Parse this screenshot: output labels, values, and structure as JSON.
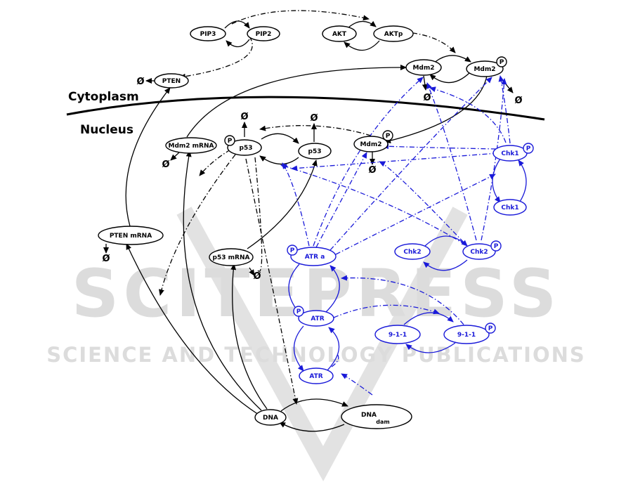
{
  "regions": {
    "cytoplasm": "Cytoplasm",
    "nucleus": "Nucleus"
  },
  "nodes": {
    "pip3": "PIP3",
    "pip2": "PIP2",
    "akt": "AKT",
    "aktp": "AKTp",
    "pten": "PTEN",
    "mdm2_cyto": "Mdm2",
    "mdm2_cyto_p": "Mdm2",
    "mdm2_mrna": "Mdm2 mRNA",
    "p53_p": "p53",
    "p53": "p53",
    "mdm2_nuc_p": "Mdm2",
    "chk1_p": "Chk1",
    "chk1": "Chk1",
    "pten_mrna": "PTEN mRNA",
    "p53_mrna": "p53 mRNA",
    "atr_a": "ATR a",
    "chk2": "Chk2",
    "chk2_p": "Chk2",
    "atr_p": "ATR",
    "atr": "ATR",
    "n911": "9-1-1",
    "n911_p": "9-1-1",
    "dna": "DNA",
    "dna_dam": "DNA",
    "dna_dam_sub": "dam"
  },
  "symbols": {
    "phospho": "P",
    "degradation": "Ø"
  },
  "watermark": {
    "main": "SCITEPRESS",
    "sub": "SCIENCE AND TECHNOLOGY PUBLICATIONS"
  },
  "colors": {
    "black": "#000000",
    "blue": "#1a1ad9",
    "watermark": "#dcdcdc"
  }
}
